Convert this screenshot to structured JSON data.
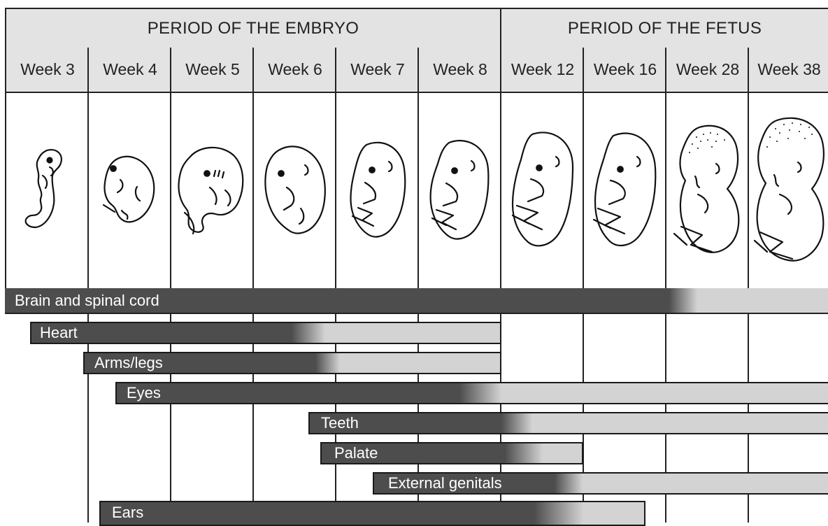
{
  "header": {
    "embryo_period": "PERIOD OF THE EMBRYO",
    "fetus_period": "PERIOD OF THE FETUS"
  },
  "weeks": [
    "Week 3",
    "Week 4",
    "Week 5",
    "Week 6",
    "Week 7",
    "Week 8",
    "Week 12",
    "Week 16",
    "Week 28",
    "Week 38"
  ],
  "organs": {
    "brain": "Brain and spinal cord",
    "heart": "Heart",
    "arms_legs": "Arms/legs",
    "eyes": "Eyes",
    "teeth": "Teeth",
    "palate": "Palate",
    "genitals": "External genitals",
    "ears": "Ears"
  },
  "colors": {
    "header_bg": "#e3e3e3",
    "critical_period": "#505050",
    "less_sensitive_period": "#d3d3d3",
    "grid_line": "#222222"
  }
}
